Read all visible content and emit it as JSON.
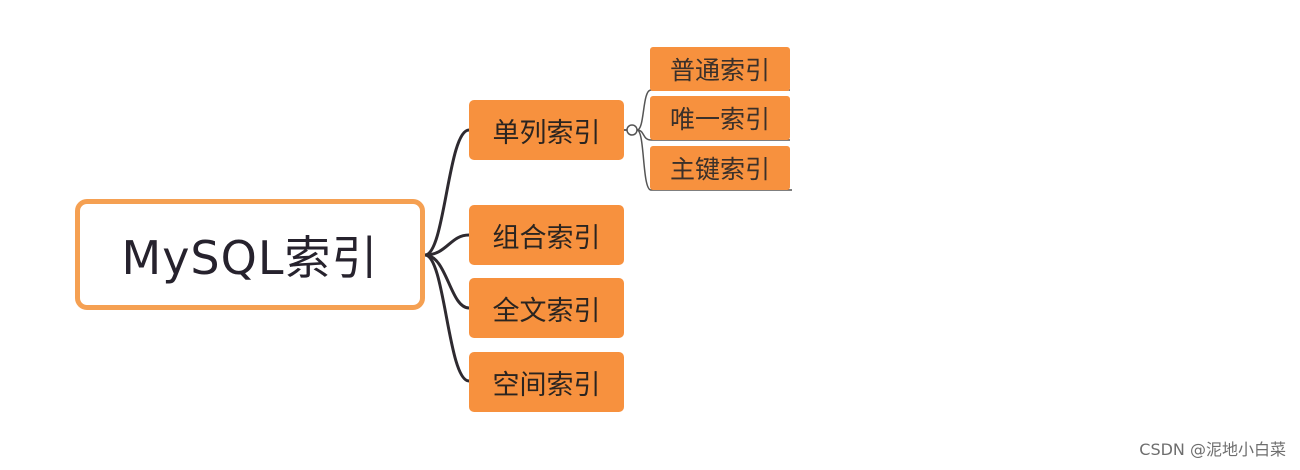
{
  "root": {
    "label": "MySQL索引"
  },
  "branches": [
    {
      "label": "单列索引"
    },
    {
      "label": "组合索引"
    },
    {
      "label": "全文索引"
    },
    {
      "label": "空间索引"
    }
  ],
  "sub_branches": [
    {
      "label": "普通索引"
    },
    {
      "label": "唯一索引"
    },
    {
      "label": "主键索引"
    }
  ],
  "watermark": "CSDN @泥地小白菜",
  "colors": {
    "node_fill": "#f7913e",
    "root_border": "#f5a052",
    "connector": "#2e2a30"
  }
}
